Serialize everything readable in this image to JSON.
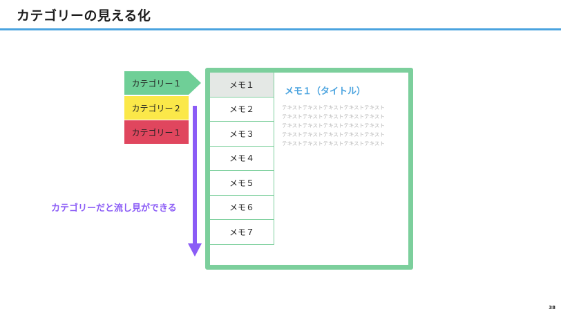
{
  "slide": {
    "title": "カテゴリーの見える化",
    "page_number": "38",
    "accent_color": "#4aa3df"
  },
  "categories": [
    {
      "label": "カテゴリー１",
      "color": "#6fcf97"
    },
    {
      "label": "カテゴリー２",
      "color": "#fbe849"
    },
    {
      "label": "カテゴリー１",
      "color": "#e0465e"
    }
  ],
  "memos": [
    "メモ１",
    "メモ２",
    "メモ３",
    "メモ４",
    "メモ５",
    "メモ６",
    "メモ７"
  ],
  "selected_memo_index": 0,
  "detail": {
    "title": "メモ１（タイトル）",
    "body": "テキストテキストテキストテキストテキスト\nテキストテキストテキストテキストテキスト\nテキストテキストテキストテキストテキスト\nテキストテキストテキストテキストテキスト\nテキストテキストテキストテキストテキスト"
  },
  "flow": {
    "label": "カテゴリーだと流し見ができる",
    "color": "#8b5cf6"
  },
  "frame_color": "#7ccf9c"
}
